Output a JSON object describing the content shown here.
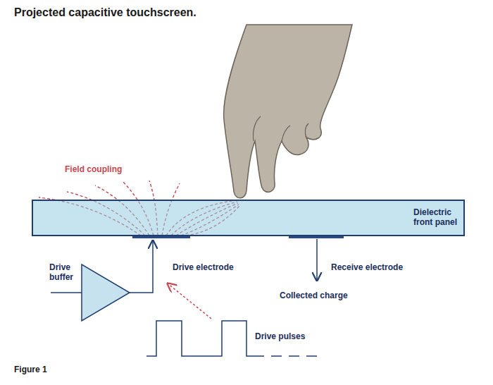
{
  "diagram": {
    "title": "Projected capacitive touchscreen.",
    "nodes": [
      {
        "text": [
          "Dielectric front panel"
        ]
      }
    ],
    "labels": [
      "Field coupling",
      "Drive electrode",
      "Receive electrode",
      "Collected charge",
      "Drive buffer",
      "Drive pulses",
      "Figure 1"
    ]
  }
}
